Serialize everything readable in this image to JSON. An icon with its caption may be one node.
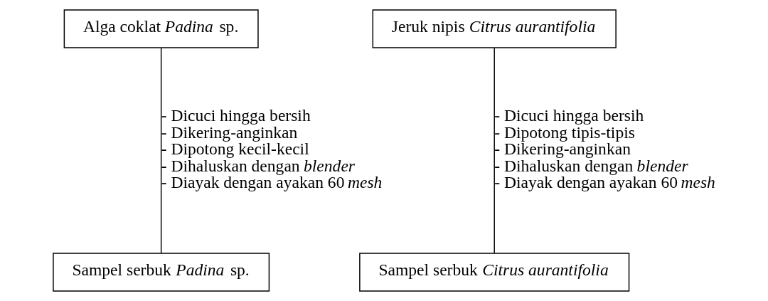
{
  "diagram": {
    "nodes": [
      {
        "text": [
          "Alga coklat *Padina* sp."
        ]
      },
      {
        "text": [
          "Jeruk nipis *Citrus aurantifolia*"
        ]
      },
      {
        "text": [
          "Sampel serbuk *Padina* sp."
        ]
      },
      {
        "text": [
          "Sampel serbuk *Citrus aurantifolia*"
        ]
      }
    ],
    "edges": [
      {
        "from": 0,
        "to": 2,
        "arrow": "none",
        "label": [
          "- Dicuci hingga bersih",
          "- Dikering-anginkan",
          "- Dipotong kecil-kecil",
          "- Dihaluskan dengan *blender*",
          "- Diayak dengan ayakan 60 *mesh*"
        ]
      },
      {
        "from": 1,
        "to": 3,
        "arrow": "none",
        "label": [
          "- Dicuci hingga bersih",
          "- Dipotong tipis-tipis",
          "- Dikering-anginkan",
          "- Dihaluskan dengan *blender*",
          "- Diayak dengan ayakan 60 *mesh*"
        ]
      }
    ]
  }
}
